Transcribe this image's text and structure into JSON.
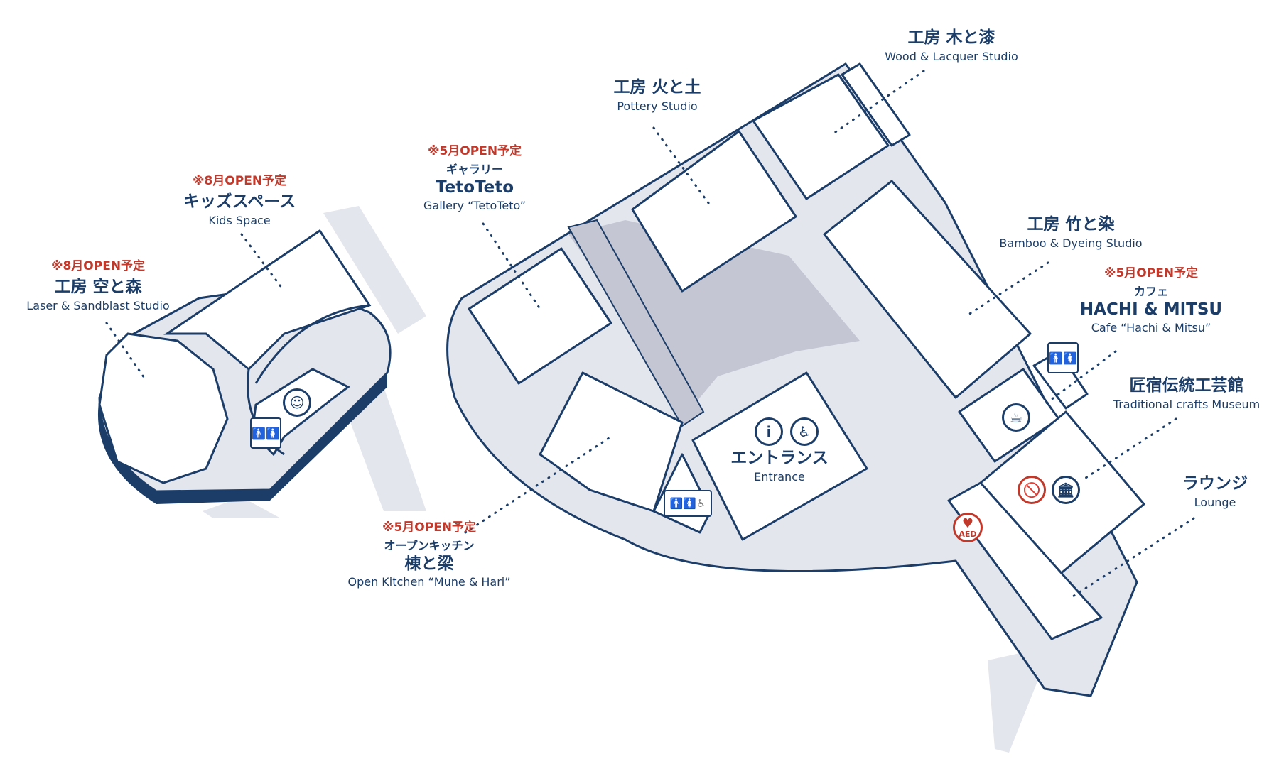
{
  "colors": {
    "navy": "#1b3d68",
    "red": "#c0392b",
    "ground": "#e4e6ee",
    "shade": "#c5c6d3",
    "building": "#ffffff"
  },
  "labels": {
    "wood": {
      "name": "工房 木と漆",
      "en": "Wood & Lacquer Studio"
    },
    "pottery": {
      "name": "工房 火と土",
      "en": "Pottery Studio"
    },
    "gallery": {
      "note": "※5月OPEN予定",
      "kana": "ギャラリー",
      "name": "TetoTeto",
      "en": "Gallery “TetoTeto”"
    },
    "kids": {
      "note": "※8月OPEN予定",
      "name": "キッズスペース",
      "en": "Kids Space"
    },
    "laser": {
      "note": "※8月OPEN予定",
      "name": "工房 空と森",
      "en": "Laser & Sandblast Studio"
    },
    "bamboo": {
      "name": "工房 竹と染",
      "en": "Bamboo & Dyeing Studio"
    },
    "cafe": {
      "note": "※5月OPEN予定",
      "kana": "カフェ",
      "name": "HACHI & MITSU",
      "en": "Cafe “Hachi & Mitsu”"
    },
    "museum": {
      "name": "匠宿伝統工芸館",
      "en": "Traditional crafts Museum"
    },
    "lounge": {
      "name": "ラウンジ",
      "en": "Lounge"
    },
    "entrance": {
      "name": "エントランス",
      "en": "Entrance"
    },
    "kitchen": {
      "note": "※5月OPEN予定",
      "kana": "オープンキッチン",
      "name": "棟と梁",
      "en": "Open Kitchen “Mune & Hari”"
    }
  },
  "icons": {
    "info": "i",
    "wheelchair": "♿",
    "restroom_male": "🚹",
    "restroom_female": "🚺",
    "baby": "☺",
    "coffee": "☕",
    "museum": "🏛",
    "no_food": "🚫",
    "aed_heart": "♥",
    "aed_text": "AED"
  }
}
